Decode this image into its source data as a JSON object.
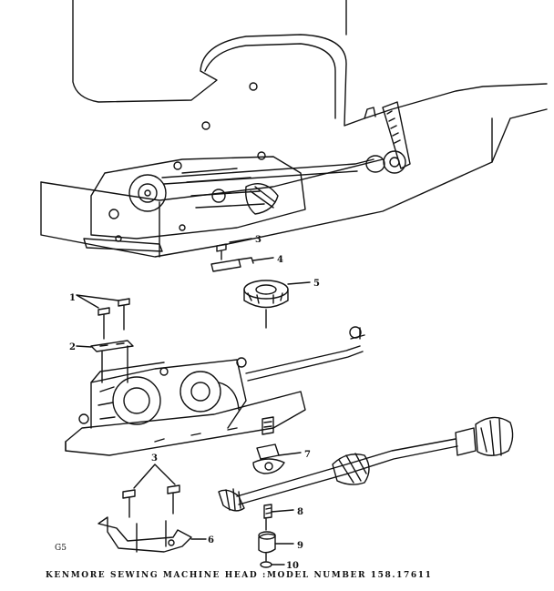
{
  "diagram": {
    "caption": "KENMORE SEWING MACHINE HEAD :MODEL NUMBER 158.17611",
    "figure_code": "G5",
    "callouts": [
      {
        "id": "c3a",
        "label": "3"
      },
      {
        "id": "c4",
        "label": "4"
      },
      {
        "id": "c5",
        "label": "5"
      },
      {
        "id": "c1",
        "label": "1"
      },
      {
        "id": "c2",
        "label": "2"
      },
      {
        "id": "c3b",
        "label": "3"
      },
      {
        "id": "c7",
        "label": "7"
      },
      {
        "id": "c8",
        "label": "8"
      },
      {
        "id": "c6",
        "label": "6"
      },
      {
        "id": "c9",
        "label": "9"
      },
      {
        "id": "c10",
        "label": "10"
      }
    ]
  }
}
